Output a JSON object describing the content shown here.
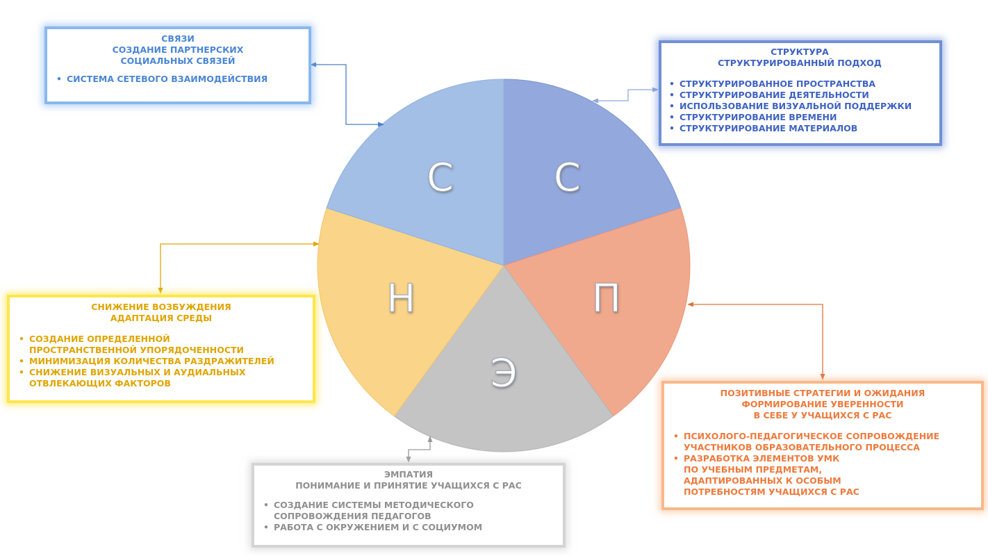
{
  "segments": [
    {
      "letter": "С",
      "color": "#a3bfe6",
      "stroke": "#8fb0dd"
    },
    {
      "letter": "С",
      "color": "#93a8dc",
      "stroke": "#7d94d0"
    },
    {
      "letter": "П",
      "color": "#f1a98d",
      "stroke": "#ec9575"
    },
    {
      "letter": "Э",
      "color": "#c4c4c4",
      "stroke": "#b4b4b4"
    },
    {
      "letter": "Н",
      "color": "#fad489",
      "stroke": "#f4c46a"
    }
  ],
  "boxes": {
    "blue_left": {
      "heading": "СВЯЗИ\nСОЗДАНИЕ ПАРТНЕРСКИХ\nСОЦИАЛЬНЫХ СВЯЗЕЙ",
      "items": [
        "СИСТЕМА СЕТЕВОГО ВЗАИМОДЕЙСТВИЯ"
      ],
      "color": "#4a86d4"
    },
    "blue_right": {
      "heading": "СТРУКТУРА\nСТРУКТУРИРОВАННЫЙ ПОДХОД",
      "items": [
        "СТРУКТУРИРОВАННОЕ ПРОСТРАНСТВА",
        "СТРУКТУРИРОВАНИЕ ДЕЯТЕЛЬНОСТИ",
        "ИСПОЛЬЗОВАНИЕ ВИЗУАЛЬНОЙ ПОДДЕРЖКИ",
        "СТРУКТУРИРОВАНИЕ ВРЕМЕНИ",
        "СТРУКТУРИРОВАНИЕ МАТЕРИАЛОВ"
      ],
      "color": "#3f63c2"
    },
    "yellow": {
      "heading": "СНИЖЕНИЕ ВОЗБУЖДЕНИЯ\nАДАПТАЦИЯ СРЕДЫ",
      "items": [
        "СОЗДАНИЕ ОПРЕДЕЛЕННОЙ\nПРОСТРАНСТВЕННОЙ УПОРЯДОЧЕННОСТИ",
        "МИНИМИЗАЦИЯ КОЛИЧЕСТВА РАЗДРАЖИТЕЛЕЙ",
        "СНИЖЕНИЕ ВИЗУАЛЬНЫХ И АУДИАЛЬНЫХ\nОТВЛЕКАЮЩИХ ФАКТОРОВ"
      ],
      "color": "#e0a500"
    },
    "orange": {
      "heading": "ПОЗИТИВНЫЕ СТРАТЕГИИ И ОЖИДАНИЯ\nФОРМИРОВАНИЕ УВЕРЕННОСТИ\nВ СЕБЕ У УЧАЩИХСЯ С РАС",
      "items": [
        "ПСИХОЛОГО-ПЕДАГОГИЧЕСКОЕ СОПРОВОЖДЕНИЕ\nУЧАСТНИКОВ ОБРАЗОВАТЕЛЬНОГО ПРОЦЕССА",
        "РАЗРАБОТКА ЭЛЕМЕНТОВ УМК\nПО УЧЕБНЫМ ПРЕДМЕТАМ,\nАДАПТИРОВАННЫХ К ОСОБЫМ\nПОТРЕБНОСТЯМ УЧАЩИХСЯ С РАС"
      ],
      "color": "#ee7a3c"
    },
    "gray": {
      "heading": "ЭМПАТИЯ\nПОНИМАНИЕ И ПРИНЯТИЕ УЧАЩИХСЯ С РАС",
      "items": [
        "СОЗДАНИЕ СИСТЕМЫ МЕТОДИЧЕСКОГО\nСОПРОВОЖДЕНИЯ ПЕДАГОГОВ",
        "РАБОТА С ОКРУЖЕНИЕМ И С СОЦИУМОМ"
      ],
      "color": "#8f8f8f"
    }
  }
}
